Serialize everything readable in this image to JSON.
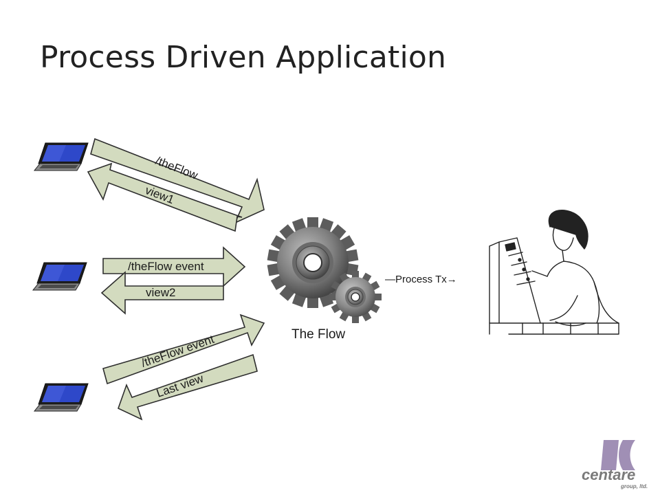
{
  "title": "Process Driven Application",
  "clients": [
    "laptop-icon",
    "laptop-icon",
    "laptop-icon"
  ],
  "arrows": {
    "a1": "/theFlow",
    "a2": "view1",
    "a3": "/theFlow event",
    "a4": "view2",
    "a5": "/theFlow event",
    "a6": "Last view"
  },
  "engine": {
    "icon": "gears-icon",
    "label": "The Flow"
  },
  "process_link": "—Process Tx→",
  "operator": {
    "icon": "operator-illustration"
  },
  "logo": {
    "name": "centare",
    "tagline": "group, ltd.",
    "colors": {
      "purple": "#a08fb5",
      "gray": "#7a7a7a"
    }
  },
  "colors": {
    "arrow_fill": "#d3dbbf",
    "arrow_stroke": "#2e2e2e",
    "laptop_screen": "#2e48c9"
  }
}
